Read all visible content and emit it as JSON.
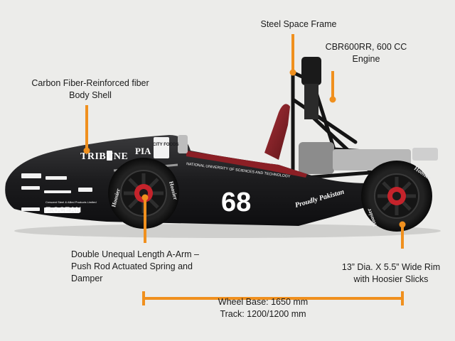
{
  "labels": {
    "frame": "Steel Space Frame",
    "engine": [
      "CBR600RR, 600 CC",
      "Engine"
    ],
    "body": [
      "Carbon Fiber-Reinforced fiber",
      "Body Shell"
    ],
    "suspension": [
      "Double Unequal Length A-Arm –",
      "Push Rod Actuated Spring and",
      "Damper"
    ],
    "wheel": [
      "13” Dia. X 5.5” Wide Rim",
      "with Hoosier Slicks"
    ],
    "wheelbase": "Wheel Base: 1650 mm",
    "track": "Track: 1200/1200 mm"
  },
  "car": {
    "number": "68",
    "university": "NATIONAL UNIVERSITY OF SCIENCES AND TECHNOLOGY",
    "slogan": "Proudly Pakistan",
    "tire_brand": "Hoosier",
    "sponsors": [
      "TRIBUNE",
      "PIA",
      "CITY FOODS",
      "E.OCEAN",
      "Crescent Steel & Allied Products Limited"
    ]
  },
  "colors": {
    "annotation": "#f0901e",
    "body": "#1c1c1e",
    "seat": "#8a2328",
    "stripe": "#8b1f25",
    "background": "#ececea"
  }
}
